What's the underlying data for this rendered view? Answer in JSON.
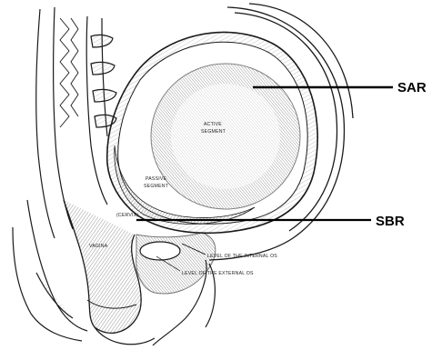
{
  "figure": {
    "labels": {
      "sar": "SAR",
      "sbr": "SBR",
      "active_segment_line1": "ACTIVE",
      "active_segment_line2": "SEGMENT",
      "passive_segment_line1": "PASSIVE",
      "passive_segment_line2": "SEGMENT",
      "cervix": "(CERVIX)",
      "vagina": "VAGINA",
      "internal_os": "LEVEL OF THE INTERNAL OS",
      "external_os": "LEVEL OF THE EXTERNAL OS"
    },
    "colors": {
      "ink": "#1a1a1a",
      "hatch": "#555555",
      "background": "#ffffff"
    }
  }
}
